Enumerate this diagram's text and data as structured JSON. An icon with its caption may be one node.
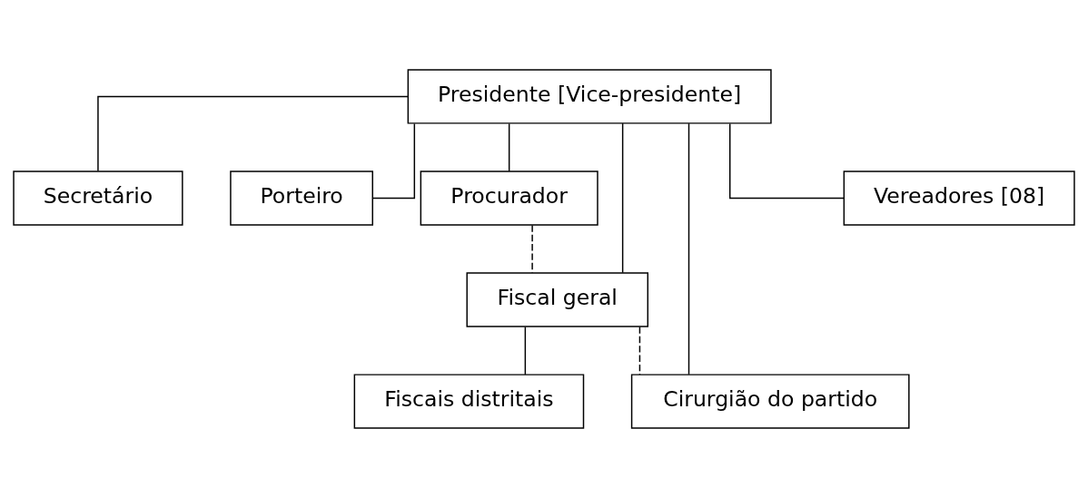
{
  "diagram": {
    "nodes": [
      {
        "text": [
          "Presidente [Vice-presidente]"
        ]
      },
      {
        "text": [
          "Secretário"
        ]
      },
      {
        "text": [
          "Porteiro"
        ]
      },
      {
        "text": [
          "Procurador"
        ]
      },
      {
        "text": [
          "Fiscal geral"
        ]
      },
      {
        "text": [
          "Cirurgião do partido"
        ]
      },
      {
        "text": [
          "Fiscais distritais"
        ]
      },
      {
        "text": [
          "Vereadores [08]"
        ]
      }
    ],
    "edges": [
      {
        "from": 0,
        "to": 1,
        "arrow": "none"
      },
      {
        "from": 0,
        "to": 2,
        "arrow": "none"
      },
      {
        "from": 0,
        "to": 3,
        "arrow": "none"
      },
      {
        "from": 0,
        "to": 4,
        "arrow": "none"
      },
      {
        "from": 0,
        "to": 5,
        "arrow": "none"
      },
      {
        "from": 0,
        "to": 7,
        "arrow": "none"
      },
      {
        "from": 4,
        "to": 6,
        "arrow": "none"
      },
      {
        "from": 3,
        "to": 4,
        "arrow": "none",
        "style": "dashed"
      },
      {
        "from": 4,
        "to": 5,
        "arrow": "none",
        "style": "dashed"
      }
    ]
  }
}
